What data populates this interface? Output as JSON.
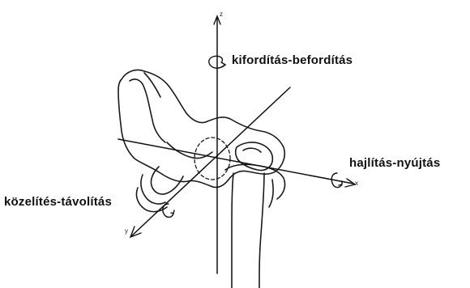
{
  "labels": {
    "rotation": "kifordítás-befordítás",
    "flexion": "hajlítás-nyújtás",
    "adduction": "közelítés-távolítás"
  },
  "axes": {
    "z": "z",
    "x": "x",
    "y": "y"
  },
  "colors": {
    "ink": "#111111",
    "background": "#ffffff"
  }
}
